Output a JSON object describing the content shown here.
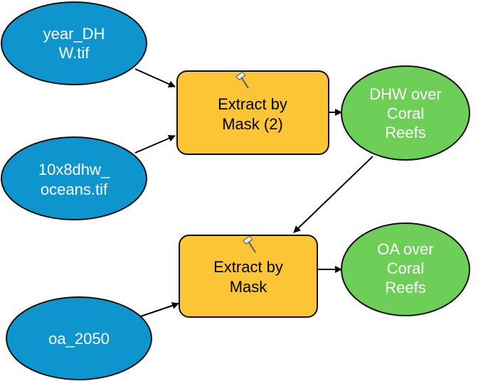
{
  "inputs": [
    {
      "id": "year_dhw",
      "lines": [
        "year_DH",
        "W.tif"
      ]
    },
    {
      "id": "dhw_oceans",
      "lines": [
        "10x8dhw_",
        "oceans.tif"
      ]
    },
    {
      "id": "oa_2050",
      "lines": [
        "oa_2050"
      ]
    }
  ],
  "tools": [
    {
      "id": "extract_mask_2",
      "lines": [
        "Extract by",
        "Mask (2)"
      ],
      "icon": "hammer-icon"
    },
    {
      "id": "extract_mask",
      "lines": [
        "Extract by",
        "Mask"
      ],
      "icon": "hammer-icon"
    }
  ],
  "outputs": [
    {
      "id": "dhw_reefs",
      "lines": [
        "DHW over",
        "Coral",
        "Reefs"
      ]
    },
    {
      "id": "oa_reefs",
      "lines": [
        "OA over",
        "Coral",
        "Reefs"
      ]
    }
  ],
  "colors": {
    "input_fill": "#0f95cd",
    "tool_fill": "#fcc536",
    "output_fill": "#6dcf57",
    "stroke": "#111111",
    "arrow": "#000000"
  }
}
